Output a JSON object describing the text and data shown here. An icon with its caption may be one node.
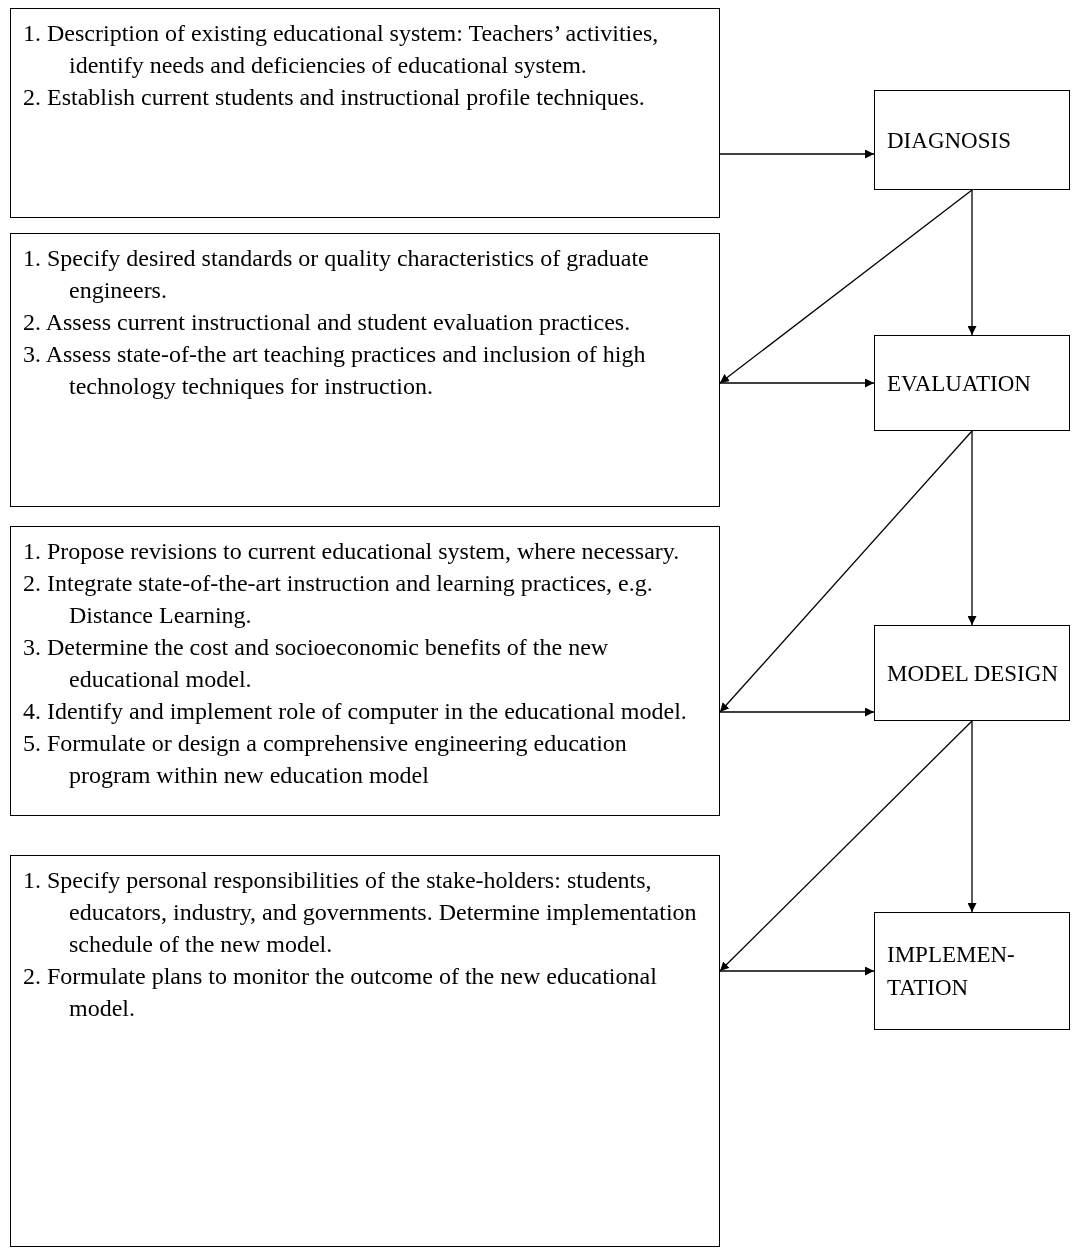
{
  "diagram": {
    "nodes": [
      {
        "text": [
          "1. Description of existing educational system: Teachers’ activities, identify needs and deficiencies of educational system.",
          "2. Establish current students and instructional profile techniques."
        ]
      },
      {
        "text": [
          "1. Specify desired standards or quality characteristics of graduate engineers.",
          "2. Assess current instructional and student evaluation practices.",
          "3. Assess state-of-the art teaching practices and inclusion of high technology techniques for instruction."
        ]
      },
      {
        "text": [
          "1. Propose revisions to current educational system, where necessary.",
          "2. Integrate state-of-the-art instruction and learning practices, e.g. Distance Learning.",
          "3. Determine the cost and socioeconomic benefits of the new educational model.",
          "4. Identify and implement role of computer in the educational model.",
          "5. Formulate or design a comprehensive engineering education program within new education model"
        ]
      },
      {
        "text": [
          "1. Specify personal responsibilities of the stake-holders: students, educators, industry, and governments. Determine implementation schedule of the new model.",
          "2. Formulate plans to monitor the outcome of the new educational model."
        ]
      },
      {
        "text": [
          "DIAGNOSIS"
        ]
      },
      {
        "text": [
          "EVALUATION"
        ]
      },
      {
        "text": [
          "MODEL DESIGN"
        ]
      },
      {
        "text": [
          "IMPLEMEN- TATION"
        ]
      }
    ],
    "edges": [
      {
        "from": 0,
        "to": 4,
        "arrow": "to"
      },
      {
        "from": 4,
        "to": 5,
        "arrow": "to"
      },
      {
        "from": 4,
        "to": 1,
        "arrow": "to"
      },
      {
        "from": 1,
        "to": 5,
        "arrow": "to"
      },
      {
        "from": 5,
        "to": 6,
        "arrow": "to"
      },
      {
        "from": 5,
        "to": 2,
        "arrow": "to"
      },
      {
        "from": 2,
        "to": 6,
        "arrow": "to"
      },
      {
        "from": 6,
        "to": 7,
        "arrow": "to"
      },
      {
        "from": 6,
        "to": 3,
        "arrow": "to"
      },
      {
        "from": 3,
        "to": 7,
        "arrow": "to"
      }
    ]
  }
}
